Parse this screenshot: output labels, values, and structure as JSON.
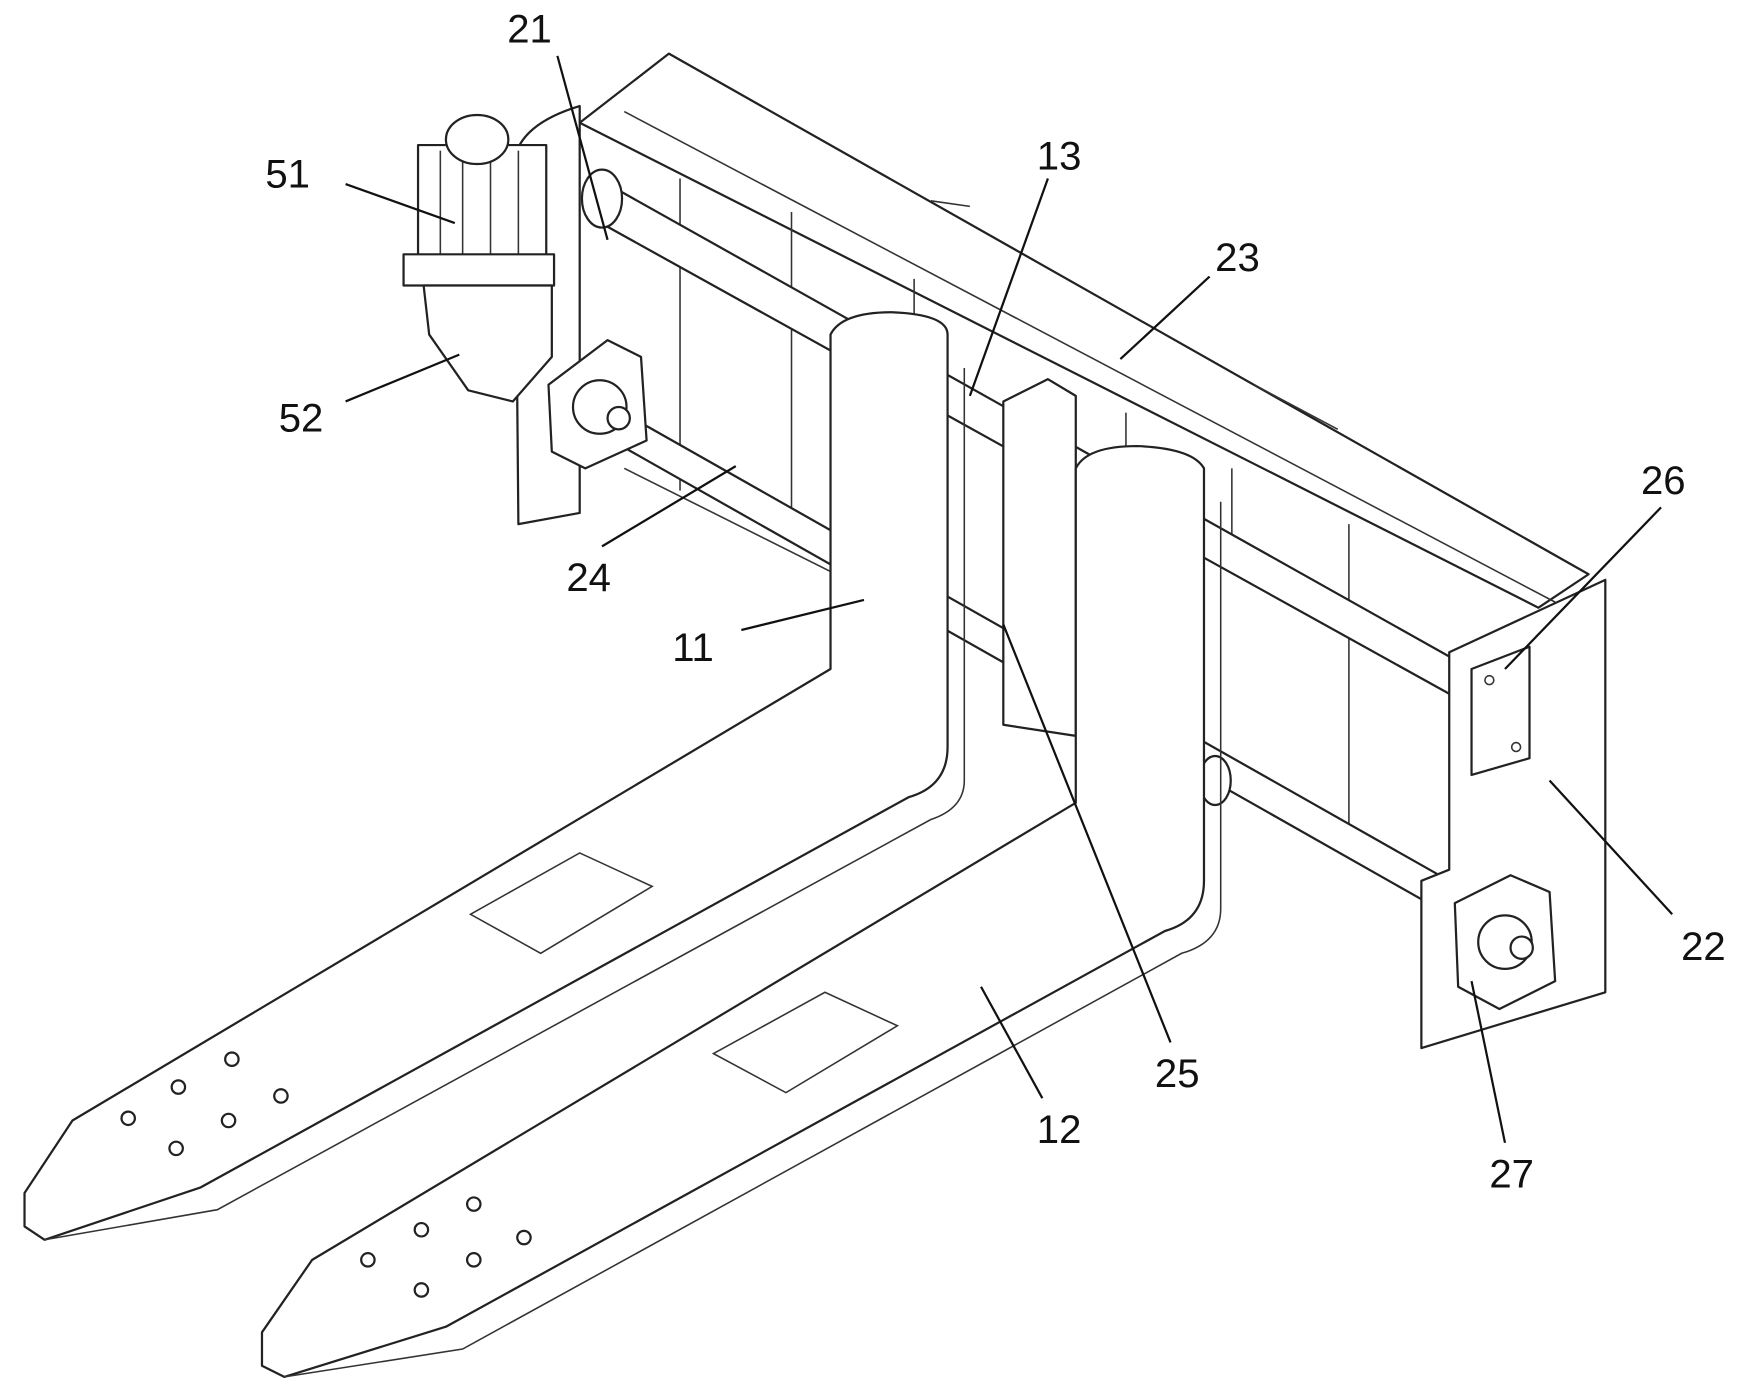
{
  "figure": {
    "labels": [
      {
        "id": "label-21",
        "text": "21"
      },
      {
        "id": "label-51",
        "text": "51"
      },
      {
        "id": "label-52",
        "text": "52"
      },
      {
        "id": "label-13",
        "text": "13"
      },
      {
        "id": "label-23",
        "text": "23"
      },
      {
        "id": "label-24",
        "text": "24"
      },
      {
        "id": "label-11",
        "text": "11"
      },
      {
        "id": "label-26",
        "text": "26"
      },
      {
        "id": "label-22",
        "text": "22"
      },
      {
        "id": "label-25",
        "text": "25"
      },
      {
        "id": "label-12",
        "text": "12"
      },
      {
        "id": "label-27",
        "text": "27"
      }
    ]
  }
}
